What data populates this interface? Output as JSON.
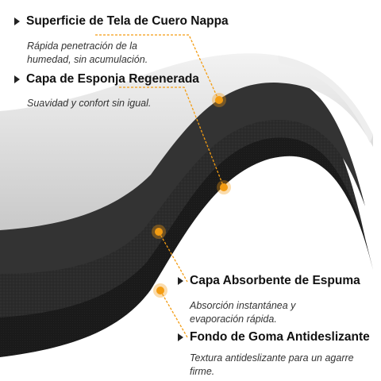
{
  "layers": [
    {
      "title": "Superficie de Tela de Cuero Nappa",
      "desc": [
        "Rápida penetración de la",
        "humedad, sin acumulación."
      ]
    },
    {
      "title": "Capa de Esponja Regenerada",
      "desc": [
        "Suavidad y confort sin igual."
      ]
    },
    {
      "title": "Capa Absorbente de Espuma",
      "desc": [
        "Absorción instantánea y",
        "evaporación rápida."
      ]
    },
    {
      "title": "Fondo de Goma Antideslizante",
      "desc": [
        "Textura antideslizante para un agarre",
        "firme."
      ]
    }
  ],
  "colors": {
    "accent": "#f39c12",
    "text": "#111111",
    "desc": "#333333",
    "gray_layer": "#dcdcdc",
    "dark_layer": "#2a2a2a"
  },
  "icons": {
    "bullet": "triangle-right-icon",
    "marker": "orange-dot-icon"
  }
}
